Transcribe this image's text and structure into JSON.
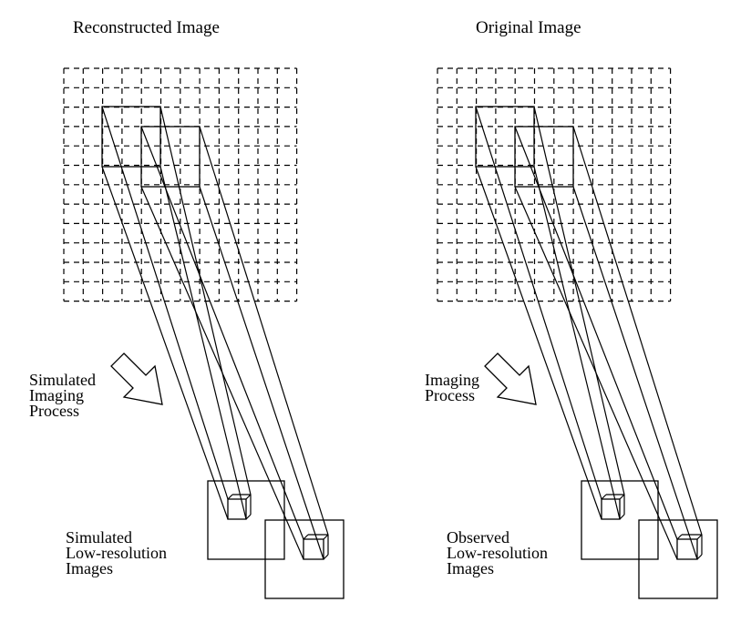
{
  "panels": {
    "left": {
      "title": "Reconstructed Image",
      "process_label": "Simulated\nImaging\nProcess",
      "images_label": "Simulated\nLow-resolution\nImages"
    },
    "right": {
      "title": "Original Image",
      "process_label": "Imaging\nProcess",
      "images_label": "Observed\nLow-resolution\nImages"
    }
  },
  "colors": {
    "ink": "#000000",
    "background": "#ffffff"
  }
}
